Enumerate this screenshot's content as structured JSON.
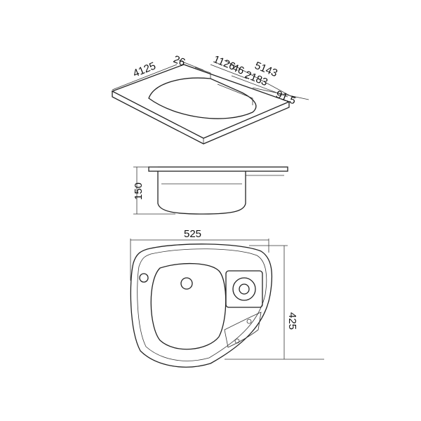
{
  "iso_view": {
    "dimensions": [
      "4125",
      "26",
      "1126",
      "46",
      "2183",
      "5143",
      "91.5"
    ]
  },
  "side_view": {
    "height": "150"
  },
  "top_view": {
    "width": "525",
    "depth": "425"
  }
}
